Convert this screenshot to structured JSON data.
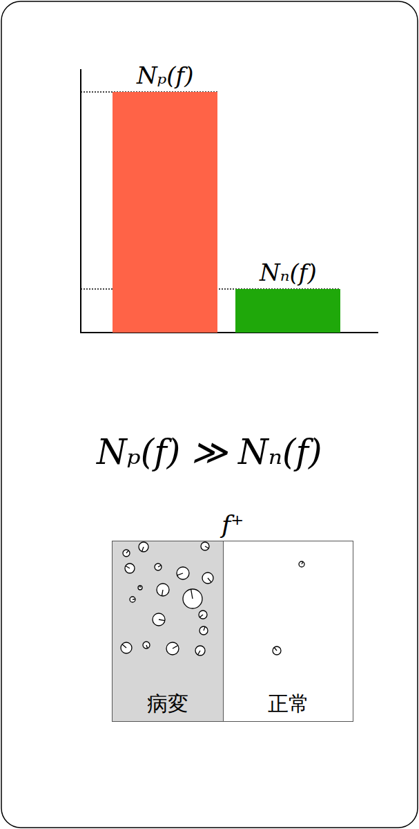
{
  "diagram": {
    "nodes": [
      {
        "text": [
          "Nₚ(f)"
        ]
      },
      {
        "text": [
          "Nₙ(f)"
        ]
      },
      {
        "text": [
          "f⁺"
        ]
      },
      {
        "text": [
          "病変"
        ],
        "in": 2
      },
      {
        "text": [
          "正常"
        ],
        "in": 2
      }
    ],
    "labels": [
      "Nₚ(f) ≫ Nₙ(f)"
    ]
  }
}
